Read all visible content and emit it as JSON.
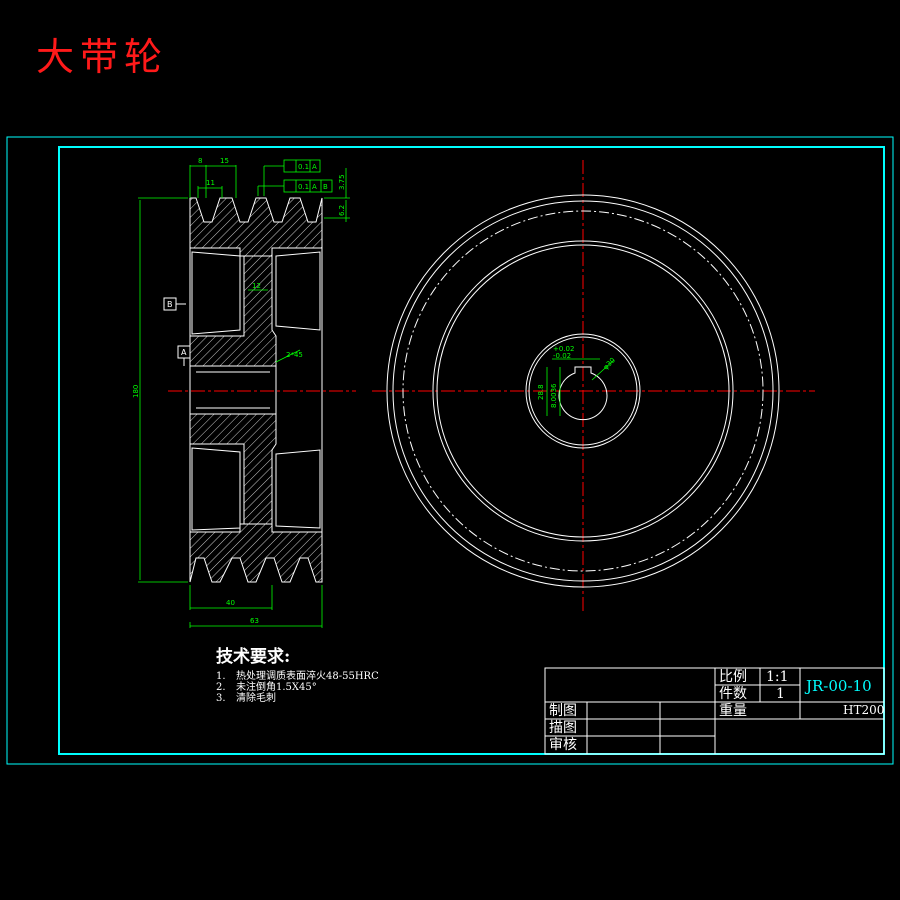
{
  "title": "大带轮",
  "technical_requirements": {
    "heading": "技术要求:",
    "items": [
      {
        "num": "1.",
        "text": "热处理调质表面淬火48-55HRC"
      },
      {
        "num": "2.",
        "text": "未注倒角1.5X45°"
      },
      {
        "num": "3.",
        "text": "清除毛刺"
      }
    ]
  },
  "title_block": {
    "scale_label": "比例",
    "scale_value": "1:1",
    "quantity_label": "件数",
    "quantity_value": "1",
    "weight_label": "重量",
    "drawing_number": "JR-00-10",
    "material": "HT200",
    "drawn_label": "制图",
    "traced_label": "描图",
    "checked_label": "审核"
  },
  "dimensions": {
    "top_groove_width": "8",
    "groove_pitch": "15",
    "groove_inner": "11",
    "rim_width": "40",
    "overall_width": "63",
    "web_thickness": "12",
    "chamfer": "2*45",
    "outer_diameter": "180",
    "runout_1": "0.1",
    "datum_1": "A",
    "runout_2": "0.1",
    "datum_2a": "A",
    "datum_2b": "B",
    "side_dim_1": "3.75",
    "side_dim_2": "6.2",
    "keyway_tol_upper": "+0.02",
    "keyway_tol_lower": "-0.02",
    "bore_diameter": "φ30",
    "keyway_depth": "28.8",
    "keyway_width": "8.0036"
  },
  "datum_labels": {
    "b": "B",
    "a": "A"
  },
  "colors": {
    "frame": "#00ffff",
    "outline": "#ffffff",
    "dimension": "#00ff00",
    "centerline": "#ff0000",
    "title": "#ff1a1a"
  }
}
